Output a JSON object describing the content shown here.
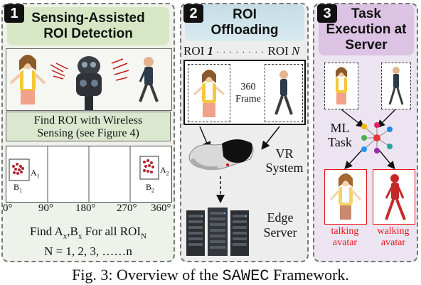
{
  "panels": [
    {
      "number": "1",
      "title_line1": "Sensing-Assisted",
      "title_line2": "ROI Detection"
    },
    {
      "number": "2",
      "title_line1": "ROI",
      "title_line2": "Offloading"
    },
    {
      "number": "3",
      "title_line1": "Task",
      "title_line2": "Execution at",
      "title_line3": "Server"
    }
  ],
  "sensing": {
    "box_line1": "Find ROI with Wireless",
    "box_line2": "Sensing (see Figure 4)",
    "angles": [
      "0°",
      "90°",
      "180°",
      "270°",
      "360°"
    ],
    "roi_a1": "A",
    "roi_a1_sub": "1",
    "roi_b1": "B",
    "roi_b1_sub": "1",
    "roi_a2": "A",
    "roi_a2_sub": "2",
    "roi_b2": "B",
    "roi_b2_sub": "2",
    "find_line_prefix": "Find A",
    "find_line_sub_x1": "x",
    "find_line_mid": ",B",
    "find_line_sub_x2": "x",
    "find_line_suffix": " For all ROI",
    "find_line_sub_n": "N",
    "n_line": "N = 1, 2, 3, ……n"
  },
  "offloading": {
    "roi_header_left": "ROI ",
    "roi_header_left_idx": "1",
    "roi_header_dots": "· · · · · · · ·",
    "roi_header_right": "ROI ",
    "roi_header_right_idx": "N",
    "frame_line1": "360",
    "frame_line2": "Frame",
    "vr_line1": "VR",
    "vr_line2": "System",
    "edge_line1": "Edge",
    "edge_line2": "Server"
  },
  "execution": {
    "ml_line1": "ML",
    "ml_line2": "Task",
    "avatar1_line1": "talking",
    "avatar1_line2": "avatar",
    "avatar2_line1": "walking",
    "avatar2_line2": "avatar"
  },
  "caption": {
    "prefix": "Fig. 3: Overview of the ",
    "name": "SAWEC",
    "suffix": " Framework."
  },
  "colors": {
    "panel1_bg": "#eef2ea",
    "panel2_bg": "#ededed",
    "panel3_bg": "#ece4f0",
    "avatar_label": "#e8161b"
  }
}
